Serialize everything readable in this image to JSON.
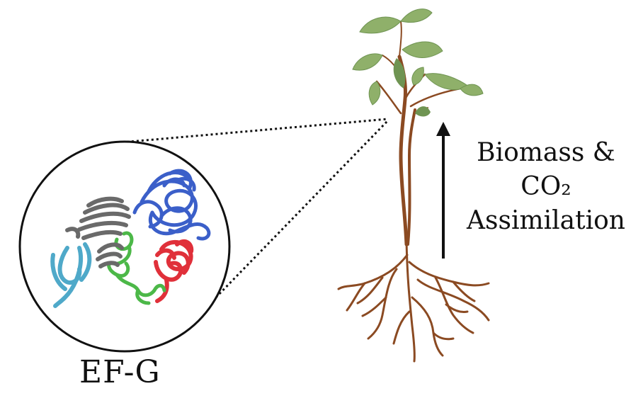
{
  "protein": {
    "label": "EF-G",
    "domain_colors": {
      "domain_blue": "#3b5fc9",
      "domain_red": "#e0303a",
      "domain_green": "#4cb848",
      "domain_cyan": "#4fa9c9",
      "domain_gray": "#6a6a6a"
    }
  },
  "annotation": {
    "line1": "Biomass &",
    "line2": "CO₂",
    "line3": "Assimilation"
  },
  "plant": {
    "stem_color": "#8b4a22",
    "leaf_color": "#8fb06a",
    "leaf_dark_color": "#6f9452"
  }
}
